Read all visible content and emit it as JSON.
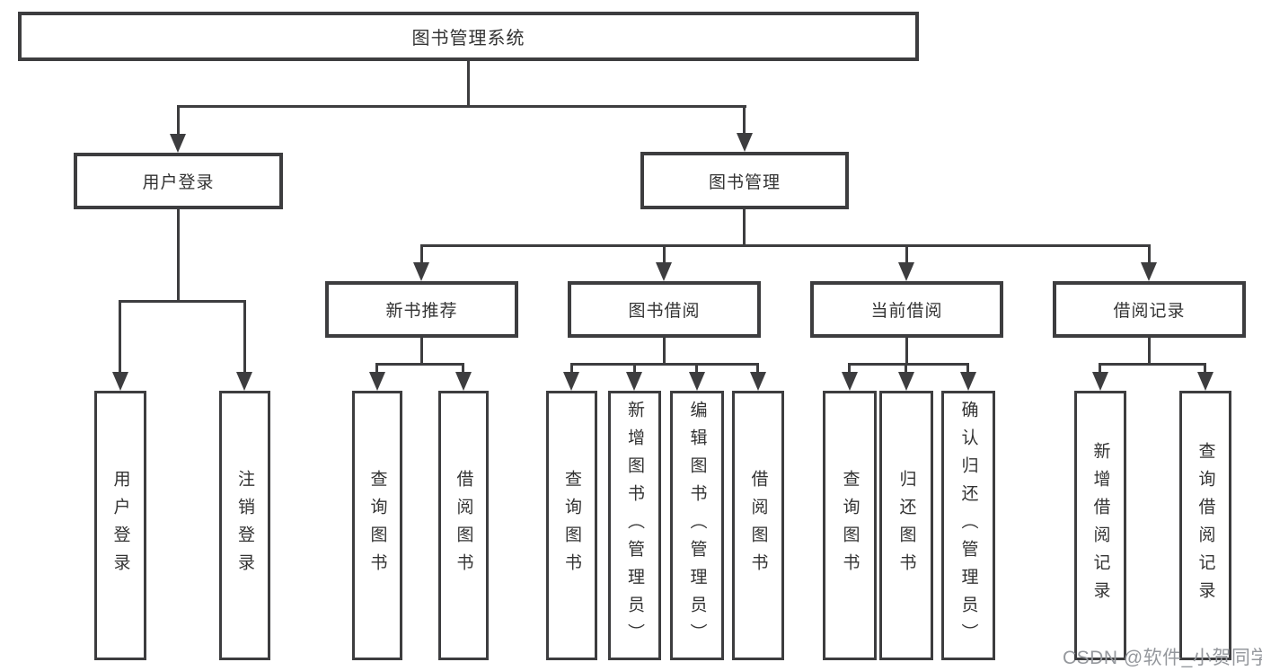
{
  "tree": {
    "label": "图书管理系统",
    "children": [
      {
        "label": "用户登录",
        "children": [
          {
            "label": "用户登录"
          },
          {
            "label": "注销登录"
          }
        ]
      },
      {
        "label": "图书管理",
        "children": [
          {
            "label": "新书推荐",
            "children": [
              {
                "label": "查询图书"
              },
              {
                "label": "借阅图书"
              }
            ]
          },
          {
            "label": "图书借阅",
            "children": [
              {
                "label": "查询图书"
              },
              {
                "label": "新增图书（管理员）"
              },
              {
                "label": "编辑图书（管理员）"
              },
              {
                "label": "借阅图书"
              }
            ]
          },
          {
            "label": "当前借阅",
            "children": [
              {
                "label": "查询图书"
              },
              {
                "label": "归还图书"
              },
              {
                "label": "确认归还（管理员）"
              }
            ]
          },
          {
            "label": "借阅记录",
            "children": [
              {
                "label": "新增借阅记录"
              },
              {
                "label": "查询借阅记录"
              }
            ]
          }
        ]
      }
    ]
  },
  "watermark": {
    "text": "CSDN @软件_小贺同学"
  },
  "colors": {
    "line": "#3d3d3f",
    "text": "#333333",
    "background": "#ffffff",
    "watermark": "#95989d"
  }
}
